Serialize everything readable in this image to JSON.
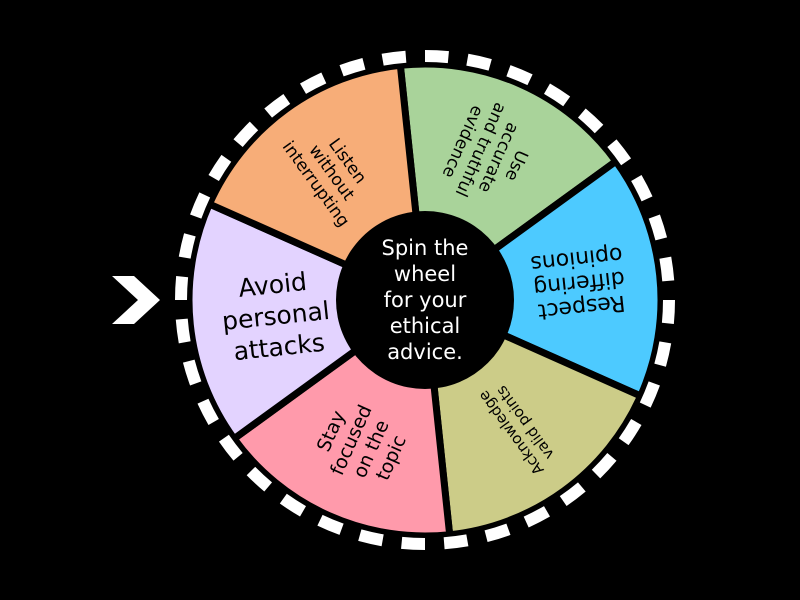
{
  "center": {
    "lines": [
      "Spin the",
      "wheel",
      "for your",
      "ethical",
      "advice."
    ]
  },
  "segments": [
    {
      "lines": [
        "Use",
        "accurate",
        "and truthful",
        "evidence"
      ],
      "color": "#a9d39a"
    },
    {
      "lines": [
        "Respect",
        "differing",
        "opinions"
      ],
      "color": "#4dcaff"
    },
    {
      "lines": [
        "Acknowledge",
        "valid points"
      ],
      "color": "#cccc88"
    },
    {
      "lines": [
        "Stay",
        "focused",
        "on the",
        "topic"
      ],
      "color": "#ff9aab"
    },
    {
      "lines": [
        "Avoid",
        "personal",
        "attacks"
      ],
      "color": "#e3d3ff"
    },
    {
      "lines": [
        "Listen",
        "without",
        "interrupting"
      ],
      "color": "#f7ad78"
    }
  ],
  "pointer": {
    "icon": "chevron-right-icon",
    "color": "#ffffff"
  },
  "colors": {
    "background": "#000000",
    "rim": "#000000",
    "rim_dashes": "#ffffff",
    "hub": "#000000",
    "hub_text": "#ffffff"
  }
}
